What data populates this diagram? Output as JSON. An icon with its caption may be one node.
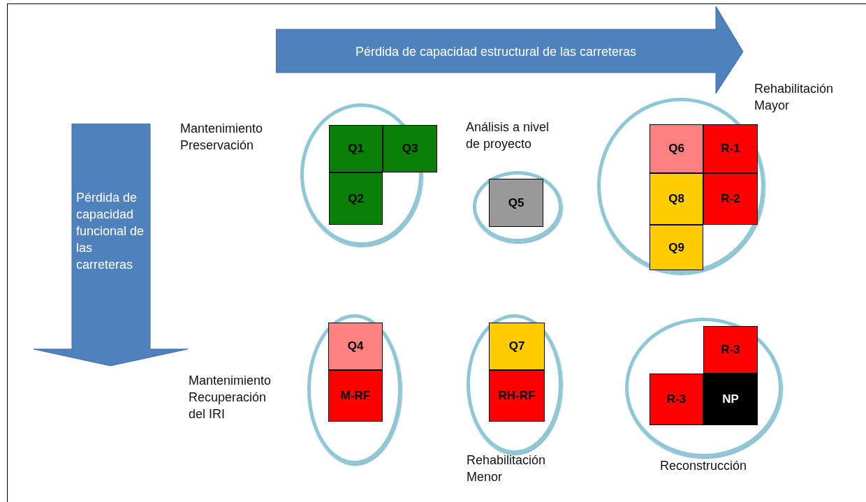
{
  "diagram": {
    "nodes": [
      {
        "text": [
          "Pérdida de capacidad estructural de las carreteras"
        ]
      },
      {
        "text": [
          "Pérdida de capacidad funcional de las carreteras"
        ]
      },
      {
        "text": [
          "Mantenimiento Preservación"
        ]
      },
      {
        "text": [
          "Q1"
        ],
        "in": 2
      },
      {
        "text": [
          "Q3"
        ]
      },
      {
        "text": [
          "Q2"
        ],
        "in": 2
      },
      {
        "text": [
          "Análisis a nivel de proyecto"
        ]
      },
      {
        "text": [
          "Q5"
        ],
        "in": 6
      },
      {
        "text": [
          "Rehabilitación Mayor"
        ]
      },
      {
        "text": [
          "Q6"
        ],
        "in": 8
      },
      {
        "text": [
          "R-1"
        ],
        "in": 8
      },
      {
        "text": [
          "Q8"
        ],
        "in": 8
      },
      {
        "text": [
          "R-2"
        ],
        "in": 8
      },
      {
        "text": [
          "Q9"
        ],
        "in": 8
      },
      {
        "text": [
          "Mantenimiento Recuperación del IRI"
        ]
      },
      {
        "text": [
          "Q4"
        ],
        "in": 14
      },
      {
        "text": [
          "M-RF"
        ],
        "in": 14
      },
      {
        "text": [
          "Rehabilitación Menor"
        ]
      },
      {
        "text": [
          "Q7"
        ],
        "in": 17
      },
      {
        "text": [
          "RH-RF"
        ],
        "in": 17
      },
      {
        "text": [
          "Reconstrucción"
        ]
      },
      {
        "text": [
          "R-3"
        ],
        "in": 20
      },
      {
        "text": [
          "R-3"
        ],
        "in": 20
      },
      {
        "text": [
          "NP"
        ],
        "in": 20
      }
    ],
    "edges": []
  }
}
